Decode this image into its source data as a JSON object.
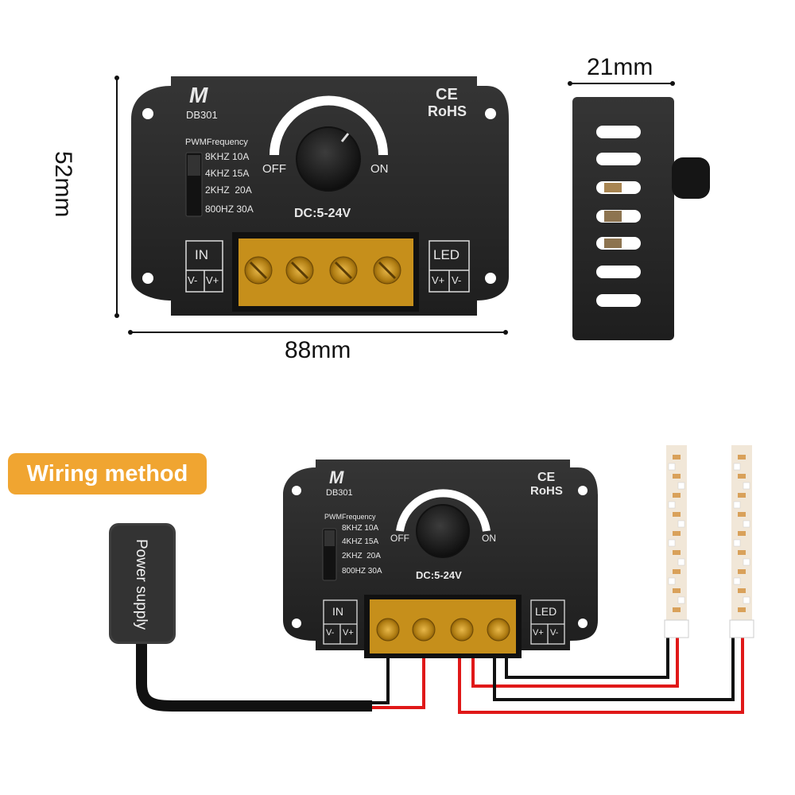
{
  "dimensions": {
    "height": "52mm",
    "width": "88mm",
    "depth": "21mm"
  },
  "device": {
    "brand_mark": "M",
    "model": "DB301",
    "cert_ce": "CE",
    "cert_rohs": "RoHS",
    "pwm_title": "PWMFrequency",
    "pwm_options": [
      "8KHZ 10A",
      "4KHZ 15A",
      "2KHZ  20A",
      "800HZ 30A"
    ],
    "knob_off": "OFF",
    "knob_on": "ON",
    "voltage": "DC:5-24V",
    "in_label": "IN",
    "in_terminals": [
      "V-",
      "V+"
    ],
    "led_label": "LED",
    "led_terminals": [
      "V+",
      "V-"
    ]
  },
  "wiring": {
    "title": "Wiring method",
    "power_supply": "Power supply"
  },
  "colors": {
    "device_body": "#2a2a2a",
    "terminal": "#d69a1c",
    "badge": "#f0a531",
    "wire_red": "#e01818",
    "wire_black": "#111111"
  }
}
